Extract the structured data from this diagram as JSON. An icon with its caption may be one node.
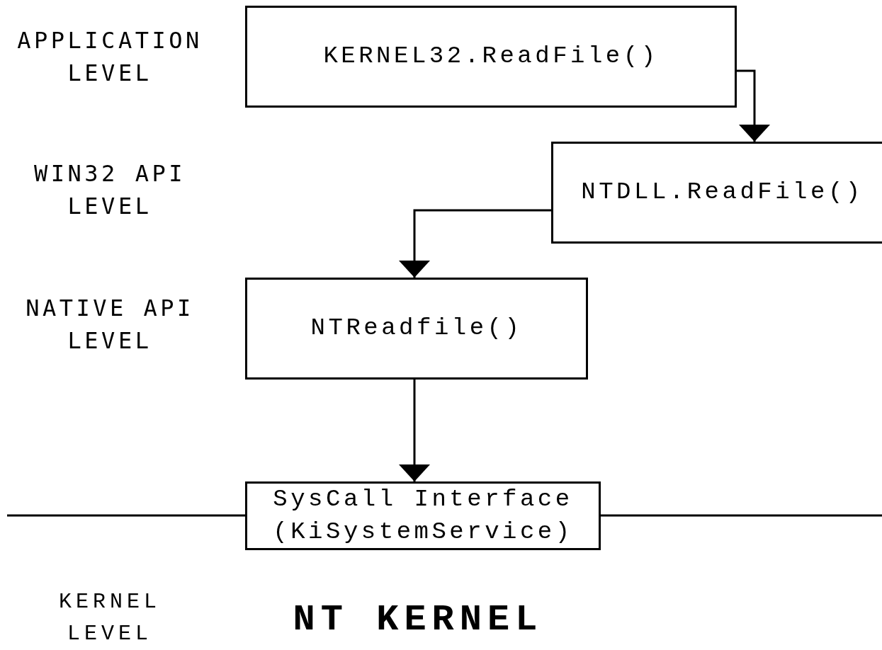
{
  "diagram": {
    "nodes": [
      {
        "text": [
          "KERNEL32.ReadFile()"
        ]
      },
      {
        "text": [
          "NTDLL.ReadFile()"
        ]
      },
      {
        "text": [
          "NTReadfile()"
        ]
      },
      {
        "text": [
          "SysCall Interface (KiSystemService)"
        ]
      }
    ],
    "edges": [
      {
        "from": 0,
        "to": 1,
        "arrow": "to"
      },
      {
        "from": 1,
        "to": 2,
        "arrow": "to"
      },
      {
        "from": 2,
        "to": 3,
        "arrow": "to"
      }
    ],
    "labels": [
      "APPLICATION LEVEL",
      "WIN32 API LEVEL",
      "NATIVE API LEVEL",
      "KERNEL LEVEL",
      "NT KERNEL"
    ]
  }
}
